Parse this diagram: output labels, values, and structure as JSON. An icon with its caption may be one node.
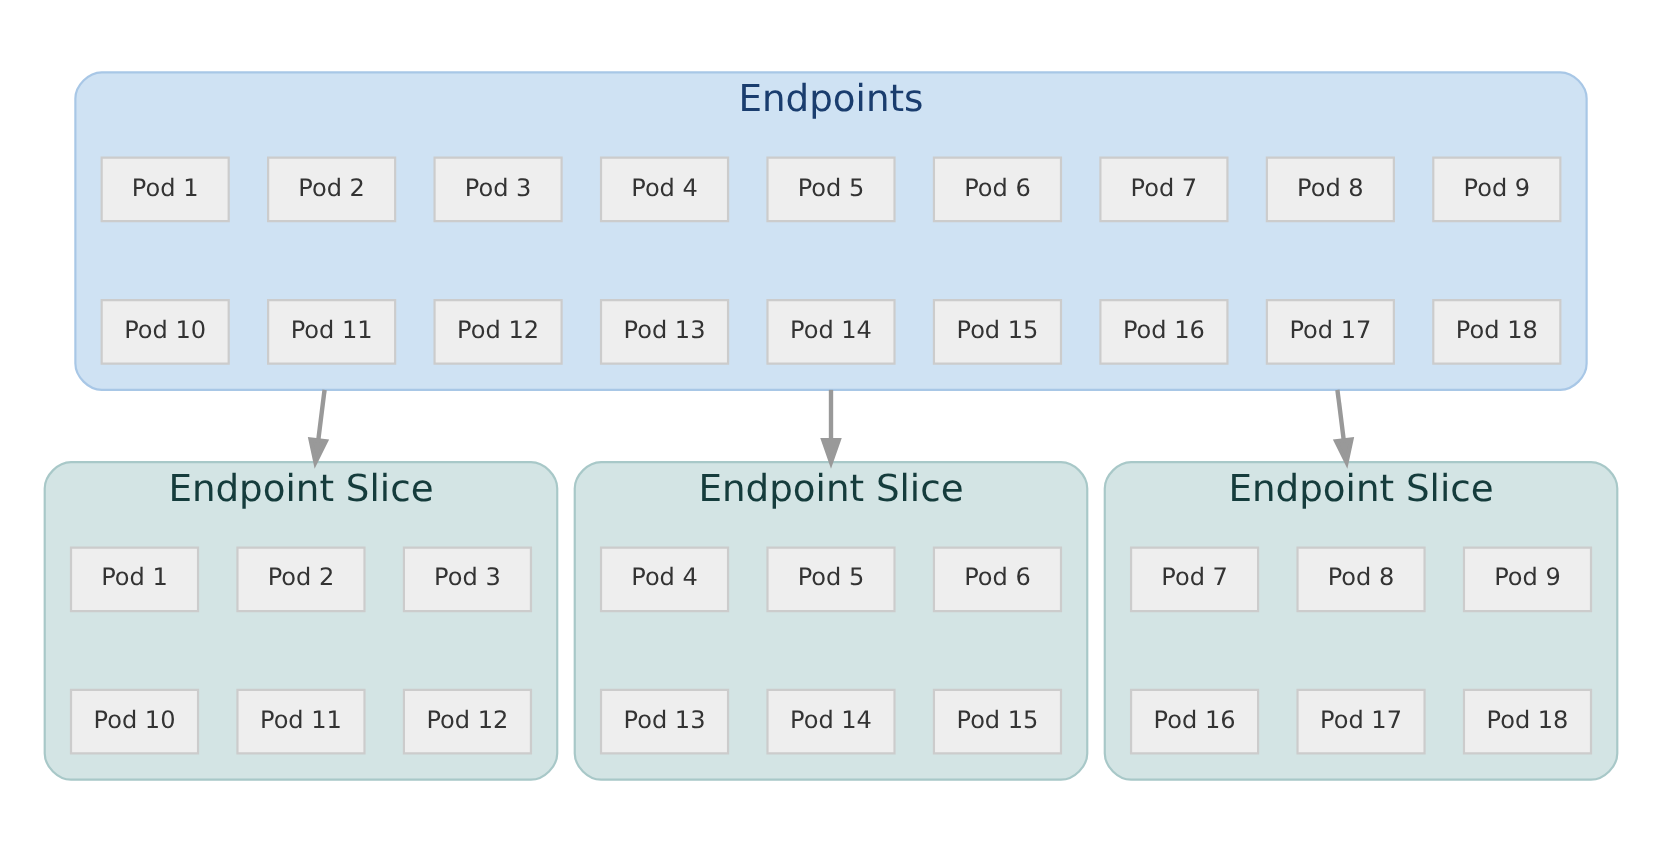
{
  "diagram": {
    "nodes": [
      {
        "text": [
          "Endpoints"
        ]
      },
      {
        "text": [
          "Pod 1"
        ],
        "in": 0
      },
      {
        "text": [
          "Pod 2"
        ],
        "in": 0
      },
      {
        "text": [
          "Pod 3"
        ],
        "in": 0
      },
      {
        "text": [
          "Pod 4"
        ],
        "in": 0
      },
      {
        "text": [
          "Pod 5"
        ],
        "in": 0
      },
      {
        "text": [
          "Pod 6"
        ],
        "in": 0
      },
      {
        "text": [
          "Pod 7"
        ],
        "in": 0
      },
      {
        "text": [
          "Pod 8"
        ],
        "in": 0
      },
      {
        "text": [
          "Pod 9"
        ],
        "in": 0
      },
      {
        "text": [
          "Pod 10"
        ],
        "in": 0
      },
      {
        "text": [
          "Pod 11"
        ],
        "in": 0
      },
      {
        "text": [
          "Pod 12"
        ],
        "in": 0
      },
      {
        "text": [
          "Pod 13"
        ],
        "in": 0
      },
      {
        "text": [
          "Pod 14"
        ],
        "in": 0
      },
      {
        "text": [
          "Pod 15"
        ],
        "in": 0
      },
      {
        "text": [
          "Pod 16"
        ],
        "in": 0
      },
      {
        "text": [
          "Pod 17"
        ],
        "in": 0
      },
      {
        "text": [
          "Pod 18"
        ],
        "in": 0
      },
      {
        "text": [
          "Endpoint Slice"
        ]
      },
      {
        "text": [
          "Pod 1"
        ],
        "in": 19
      },
      {
        "text": [
          "Pod 2"
        ],
        "in": 19
      },
      {
        "text": [
          "Pod 3"
        ],
        "in": 19
      },
      {
        "text": [
          "Pod 10"
        ],
        "in": 19
      },
      {
        "text": [
          "Pod 11"
        ],
        "in": 19
      },
      {
        "text": [
          "Pod 12"
        ],
        "in": 19
      },
      {
        "text": [
          "Endpoint Slice"
        ]
      },
      {
        "text": [
          "Pod 4"
        ],
        "in": 26
      },
      {
        "text": [
          "Pod 5"
        ],
        "in": 26
      },
      {
        "text": [
          "Pod 6"
        ],
        "in": 26
      },
      {
        "text": [
          "Pod 13"
        ],
        "in": 26
      },
      {
        "text": [
          "Pod 14"
        ],
        "in": 26
      },
      {
        "text": [
          "Pod 15"
        ],
        "in": 26
      },
      {
        "text": [
          "Endpoint Slice"
        ]
      },
      {
        "text": [
          "Pod 7"
        ],
        "in": 33
      },
      {
        "text": [
          "Pod 8"
        ],
        "in": 33
      },
      {
        "text": [
          "Pod 9"
        ],
        "in": 33
      },
      {
        "text": [
          "Pod 16"
        ],
        "in": 33
      },
      {
        "text": [
          "Pod 17"
        ],
        "in": 33
      },
      {
        "text": [
          "Pod 18"
        ],
        "in": 33
      }
    ],
    "edges": [
      {
        "from": 0,
        "to": 19,
        "arrow": "to"
      },
      {
        "from": 0,
        "to": 26,
        "arrow": "to"
      },
      {
        "from": 0,
        "to": 33,
        "arrow": "to"
      }
    ]
  }
}
